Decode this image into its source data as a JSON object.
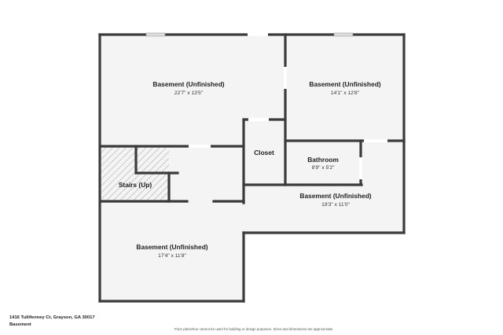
{
  "rooms": [
    {
      "name": "Basement (Unfinished)",
      "dims": "22'7\" x 13'5\""
    },
    {
      "name": "Basement (Unfinished)",
      "dims": "14'1\" x 12'8\""
    },
    {
      "name": "Closet",
      "dims": ""
    },
    {
      "name": "Bathroom",
      "dims": "8'9\" x 5'2\""
    },
    {
      "name": "Stairs (Up)",
      "dims": ""
    },
    {
      "name": "Basement (Unfinished)",
      "dims": "19'3\" x 11'0\""
    },
    {
      "name": "Basement (Unfinished)",
      "dims": "17'4\" x 11'8\""
    }
  ],
  "footer": {
    "address": "1416 Tullifenney Ct, Grayson, GA 30017",
    "level": "Basement",
    "disclaimer": "Floor plans/tour cannot be used for building or design purposes. Sizes and dimensions are approximate."
  },
  "colors": {
    "wall": "#3b3b3b",
    "floor": "#f4f4f4",
    "window": "#dddddd"
  }
}
